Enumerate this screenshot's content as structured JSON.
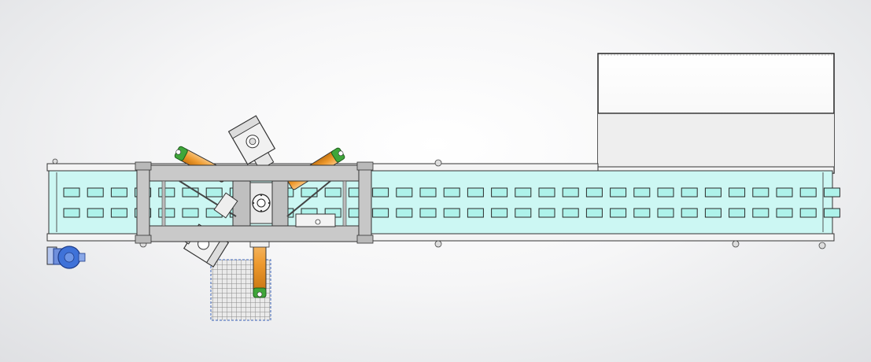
{
  "scene": {
    "kind": "cad-top-view",
    "subject": "belt-conveyor-with-inspection-station",
    "components": [
      {
        "id": "conveyor-belt",
        "icon": "belt-conveyor"
      },
      {
        "id": "belt-slots",
        "rows": 2,
        "per_row": 33,
        "color": "#aef2ea"
      },
      {
        "id": "inspection-gantry",
        "icon": "steel-frame"
      },
      {
        "id": "camera-unit-top",
        "icon": "camera"
      },
      {
        "id": "camera-unit-bottom",
        "icon": "camera"
      },
      {
        "id": "light-cylinders",
        "count": 3,
        "color": "#f0a23a",
        "tip_color": "#3fa63a"
      },
      {
        "id": "drive-motor",
        "icon": "motor",
        "color": "#3f72d8"
      },
      {
        "id": "mesh-platform",
        "icon": "grate"
      },
      {
        "id": "output-enclosure",
        "icon": "box"
      }
    ],
    "colors": {
      "belt": "#ccf7f3",
      "slot": "#aef2ea",
      "frame": "#c7c7c7",
      "orange": "#f0a23a",
      "green": "#3fa63a",
      "motor": "#3f72d8"
    }
  }
}
